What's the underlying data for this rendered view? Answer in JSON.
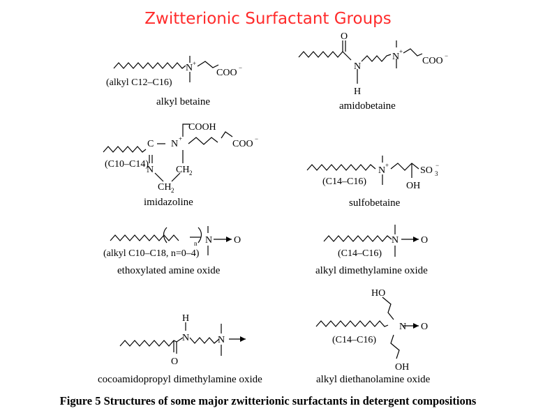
{
  "title": "Zwitterionic Surfactant Groups",
  "caption": "Figure 5   Structures of some major zwitterionic surfactants in detergent compositions",
  "structures": [
    {
      "name": "alkyl betaine",
      "chain": "(alkyl C12–C16)"
    },
    {
      "name": "amidobetaine"
    },
    {
      "name": "imidazoline",
      "chain": "(C10–C14)"
    },
    {
      "name": "sulfobetaine",
      "chain": "(C14–C16)"
    },
    {
      "name": "ethoxylated amine oxide",
      "chain": "(alkyl C10–C18, n=0–4)"
    },
    {
      "name": "alkyl dimethylamine oxide",
      "chain": "(C14–C16)"
    },
    {
      "name": "cocoamidopropyl dimethylamine oxide"
    },
    {
      "name": "alkyl diethanolamine oxide",
      "chain": "(C14–C16)"
    }
  ]
}
